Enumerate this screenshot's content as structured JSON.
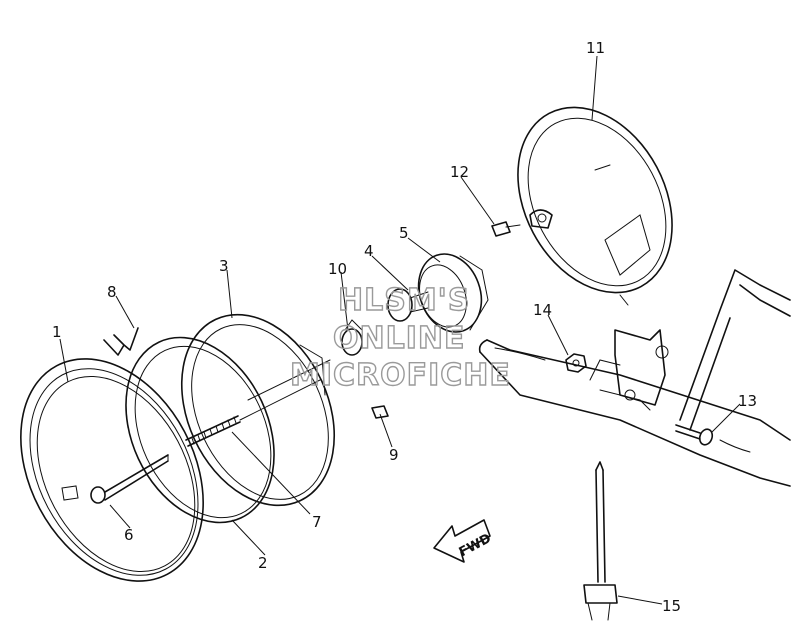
{
  "callouts": [
    {
      "id": "1",
      "label": "1"
    },
    {
      "id": "2",
      "label": "2"
    },
    {
      "id": "3",
      "label": "3"
    },
    {
      "id": "4",
      "label": "4"
    },
    {
      "id": "5",
      "label": "5"
    },
    {
      "id": "6",
      "label": "6"
    },
    {
      "id": "7",
      "label": "7"
    },
    {
      "id": "8",
      "label": "8"
    },
    {
      "id": "9",
      "label": "9"
    },
    {
      "id": "10",
      "label": "10"
    },
    {
      "id": "11",
      "label": "11"
    },
    {
      "id": "12",
      "label": "12"
    },
    {
      "id": "13",
      "label": "13"
    },
    {
      "id": "14",
      "label": "14"
    },
    {
      "id": "15",
      "label": "15"
    }
  ],
  "watermark": {
    "line1": "HLSM'S",
    "line2": "ONLINE",
    "line3": "MICROFICHE"
  },
  "fwd_label": "FWD",
  "colors": {
    "ink": "#111111",
    "watermark": "#9a9a9a",
    "background": "#ffffff"
  }
}
